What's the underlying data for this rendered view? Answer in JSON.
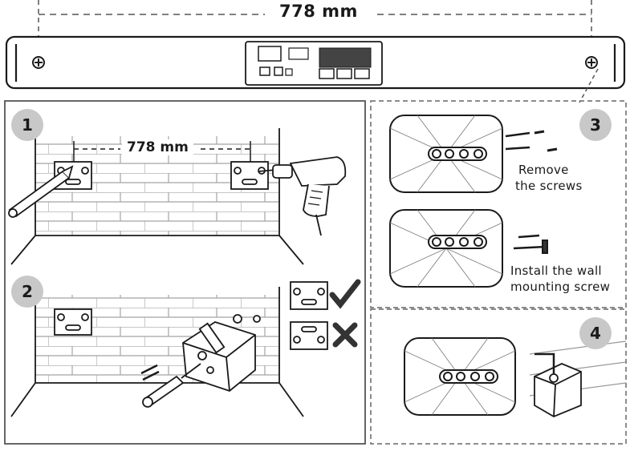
{
  "dimensions": {
    "top_length": "778 mm",
    "bracket_spacing": "778 mm"
  },
  "steps": [
    {
      "number": "1"
    },
    {
      "number": "2"
    },
    {
      "number": "3",
      "caption_remove_line1": "Remove",
      "caption_remove_line2": "the screws",
      "caption_install_line1": "Install the wall",
      "caption_install_line2": "mounting screw"
    },
    {
      "number": "4"
    }
  ],
  "icons": [
    "screw-icon",
    "power-button-icon",
    "menu-button-icon",
    "minus-button-icon",
    "plus-button-icon",
    "checkmark-icon",
    "cross-icon",
    "drill-icon",
    "screwdriver-icon"
  ],
  "colors": {
    "stroke": "#1a1a1a",
    "step_badge": "#c8c8c8",
    "brick": "#9a9a9a",
    "dashed": "#666666"
  }
}
